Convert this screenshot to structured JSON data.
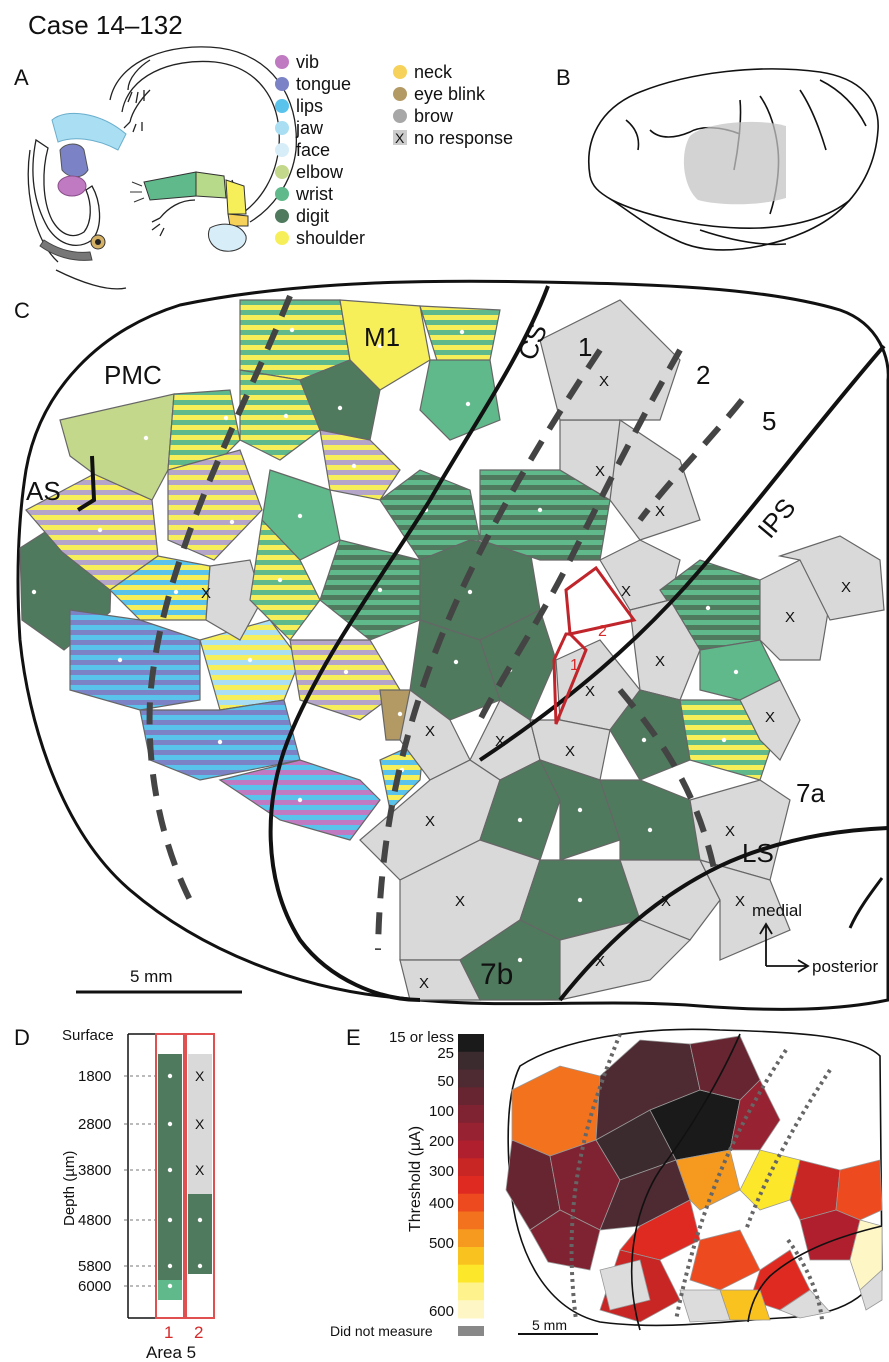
{
  "title": "Case 14–132",
  "panels": {
    "a": "A",
    "b": "B",
    "c": "C",
    "d": "D",
    "e": "E"
  },
  "legend": [
    {
      "label": "vib",
      "color": "#c07ac2"
    },
    {
      "label": "tongue",
      "color": "#7b83c6"
    },
    {
      "label": "lips",
      "color": "#59c3ec"
    },
    {
      "label": "jaw",
      "color": "#a9def3"
    },
    {
      "label": "face",
      "color": "#d7edf8"
    },
    {
      "label": "elbow",
      "color": "#c3d88a"
    },
    {
      "label": "wrist",
      "color": "#5fb98a"
    },
    {
      "label": "digit",
      "color": "#4f7a5e"
    },
    {
      "label": "shoulder",
      "color": "#f7ef5a"
    },
    {
      "label": "neck",
      "color": "#f6d25a"
    },
    {
      "label": "eye blink",
      "color": "#b39a65"
    },
    {
      "label": "brow",
      "color": "#a7a7a7"
    },
    {
      "label": "no response",
      "symbol": "X",
      "color": "#cccccc"
    }
  ],
  "map_c": {
    "regions": {
      "pmc": "PMC",
      "as": "AS",
      "m1": "M1",
      "cs": "CS",
      "ips": "IPS",
      "ls": "LS",
      "a7a": "7a",
      "a7b": "7b"
    },
    "areas": {
      "a1": "1",
      "a2": "2",
      "a5": "5"
    },
    "box1": "1",
    "box2": "2",
    "no_response_mark": "X",
    "scale": "5 mm",
    "orient_up": "medial",
    "orient_right": "posterior",
    "colors": {
      "digit": "#4f7a5e",
      "wrist": "#5fb98a",
      "elbow": "#c3d88a",
      "shoulder": "#f7ef5a",
      "no_response": "#d9d9d9",
      "eye_blink": "#b39a65",
      "highlight": "#c0252b"
    }
  },
  "panel_d": {
    "surface_label": "Surface",
    "ylabel": "Depth (µm)",
    "depth_ticks": [
      "1800",
      "2800",
      "3800",
      "4800",
      "5800",
      "6000"
    ],
    "track_labels": [
      "1",
      "2"
    ],
    "area_label": "Area 5",
    "no_response_mark": "X"
  },
  "panel_e": {
    "colorbar_title": "Threshold (µA)",
    "ticks": [
      "15 or less",
      "25",
      "50",
      "100",
      "200",
      "300",
      "400",
      "500",
      "600"
    ],
    "not_measured": "Did not measure",
    "scale": "5 mm",
    "colors": [
      "#1a1a1a",
      "#3b2a2e",
      "#4e2a32",
      "#662530",
      "#7f2231",
      "#962232",
      "#b01f2e",
      "#c82525",
      "#df2a22",
      "#ee4a1f",
      "#f3721e",
      "#f69a1f",
      "#fac21f",
      "#fde72a",
      "#fdf28c",
      "#fef7c5"
    ]
  }
}
